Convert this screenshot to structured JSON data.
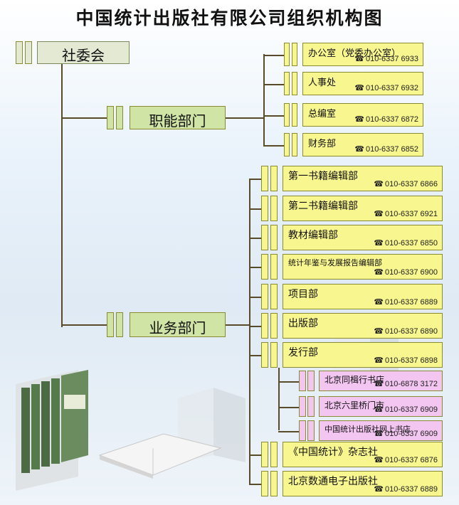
{
  "title": "中国统计出版社有限公司组织机构图",
  "root": {
    "label": "社委会"
  },
  "colors": {
    "connector": "#594a2a",
    "root_box": "#e4e9d4",
    "group_box": "#cfe4a5",
    "dept_box": "#f8f68e",
    "store_box": "#f3c5f1"
  },
  "branches": [
    {
      "label": "职能部门",
      "items": [
        {
          "name": "办公室（党委办公室）",
          "phone": "010-6337 6933"
        },
        {
          "name": "人事处",
          "phone": "010-6337 6932"
        },
        {
          "name": "总编室",
          "phone": "010-6337 6872"
        },
        {
          "name": "财务部",
          "phone": "010-6337 6852"
        }
      ]
    },
    {
      "label": "业务部门",
      "items": [
        {
          "name": "第一书籍编辑部",
          "phone": "010-6337 6866"
        },
        {
          "name": "第二书籍编辑部",
          "phone": "010-6337 6921"
        },
        {
          "name": "教材编辑部",
          "phone": "010-6337 6850"
        },
        {
          "name": "统计年鉴与发展报告编辑部",
          "phone": "010-6337 6900"
        },
        {
          "name": "项目部",
          "phone": "010-6337 6889"
        },
        {
          "name": "出版部",
          "phone": "010-6337 6890"
        },
        {
          "name": "发行部",
          "phone": "010-6337 6898",
          "children": [
            {
              "name": "北京同楫行书店",
              "phone": "010-6878 3172"
            },
            {
              "name": "北京六里桥门市",
              "phone": "010-6337 6909"
            },
            {
              "name": "中国统计出版社网上书店",
              "phone": "010-6337 6909"
            }
          ]
        },
        {
          "name": "《中国统计》杂志社",
          "phone": "010-6337 6876"
        },
        {
          "name": "北京数通电子出版社",
          "phone": "010-6337 6889"
        }
      ]
    }
  ]
}
